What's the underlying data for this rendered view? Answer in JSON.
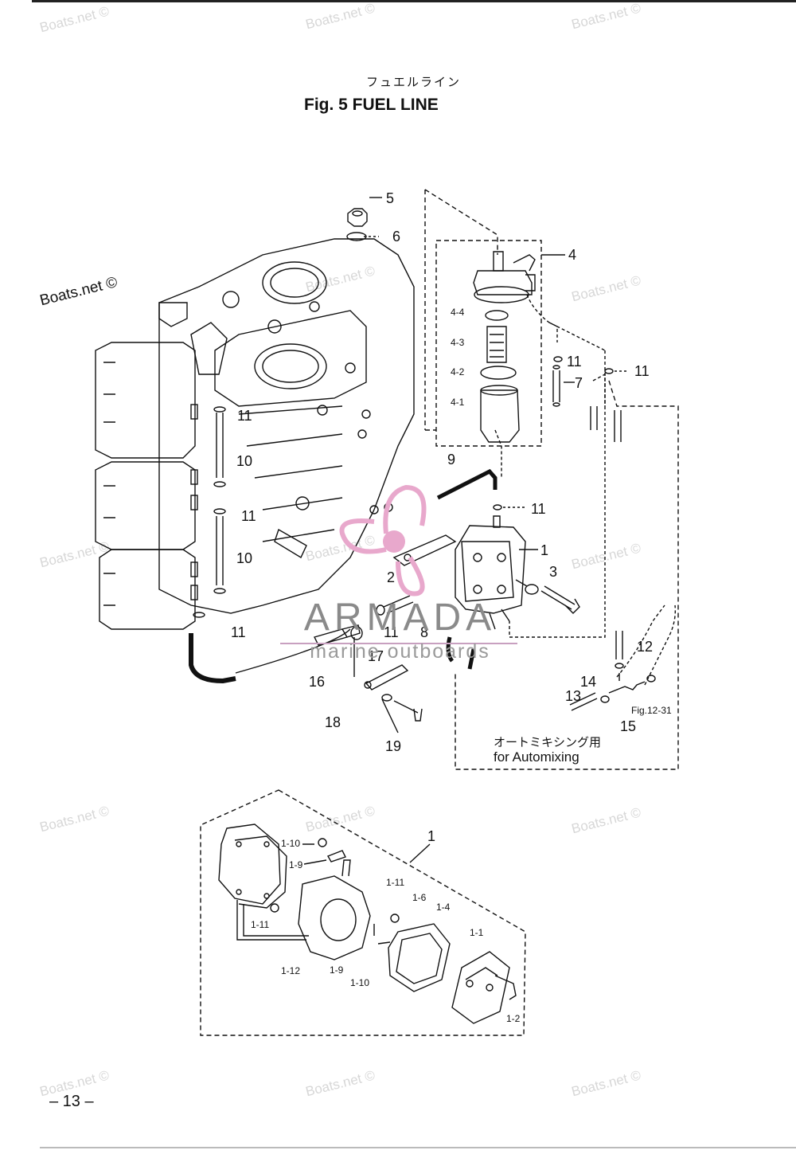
{
  "header": {
    "title_jp": "フュエルライン",
    "title": "Fig. 5    FUEL LINE"
  },
  "watermarks": {
    "site": "Boats.net ©",
    "site_main": "Boats.net ©"
  },
  "branding": {
    "name": "ARMADA",
    "subtitle": "marine outboards"
  },
  "callouts": {
    "n5": "5",
    "n6": "6",
    "n4": "4",
    "n4_4": "4-4",
    "n4_3": "4-3",
    "n4_2": "4-2",
    "n4_1": "4-1",
    "n11a": "11",
    "n11b": "11",
    "n11c": "11",
    "n11d": "11",
    "n11e": "11",
    "n11f": "11",
    "n11g": "11",
    "n7": "7",
    "n9": "9",
    "n10a": "10",
    "n10b": "10",
    "n1": "1",
    "n2": "2",
    "n3": "3",
    "n8": "8",
    "n12": "12",
    "n13": "13",
    "n14": "14",
    "n15": "15",
    "n16": "16",
    "n17": "17",
    "n18": "18",
    "n19": "19",
    "fig_ref": "Fig.12-31"
  },
  "automix_caption": {
    "jp": "オートミキシング用",
    "en": "for Automixing"
  },
  "pump_callouts": {
    "p1": "1",
    "p1_10a": "1-10",
    "p1_9a": "1-9",
    "p1_11a": "1-11",
    "p1_11b": "1-11",
    "p1_6": "1-6",
    "p1_4": "1-4",
    "p1_1": "1-1",
    "p1_12": "1-12",
    "p1_9b": "1-9",
    "p1_10b": "1-10",
    "p1_2": "1-2"
  },
  "footer": {
    "page_number": "– 13 –"
  }
}
